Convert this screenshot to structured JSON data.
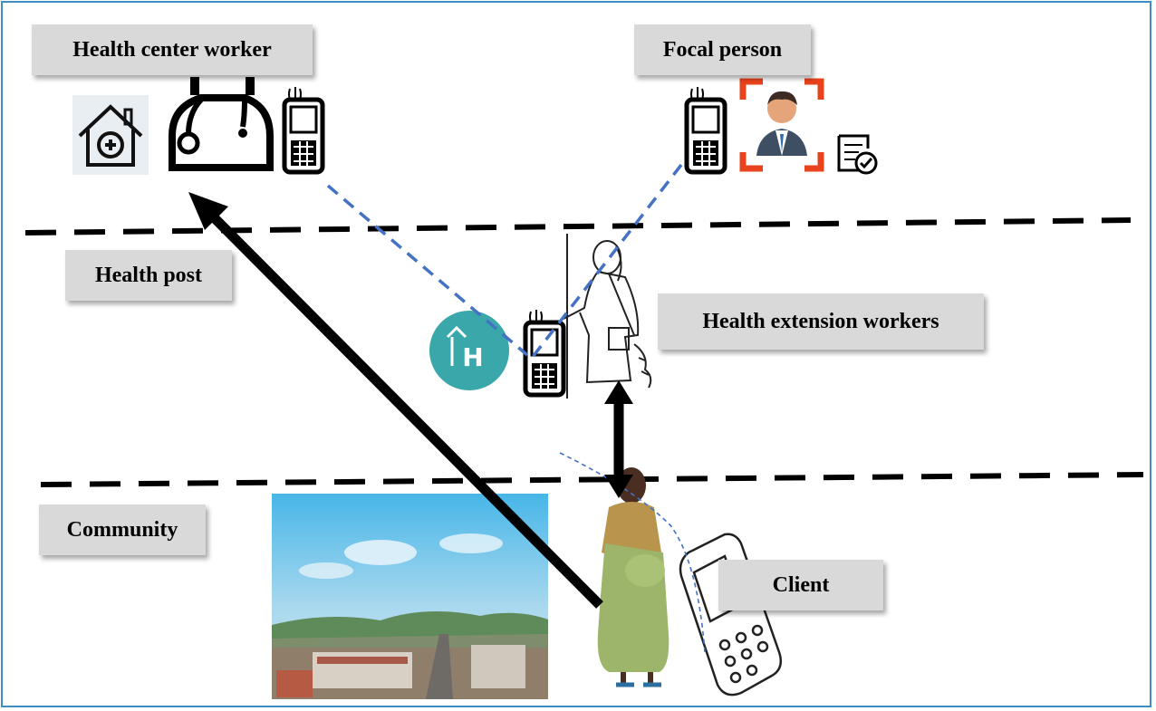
{
  "labels": {
    "health_center_worker": "Health center worker",
    "focal_person": "Focal person",
    "health_post": "Health post",
    "health_extension_workers": "Health extension workers",
    "community": "Community",
    "client": "Client"
  },
  "icons": {
    "health_post_badge_letter": "H",
    "health_post_badge_color": "#3aa7aa"
  },
  "colors": {
    "frame": "#3d8fc2",
    "label_bg": "#d9d9d9",
    "dashed_link": "#4472c4",
    "focal_frame": "#e8431c"
  }
}
